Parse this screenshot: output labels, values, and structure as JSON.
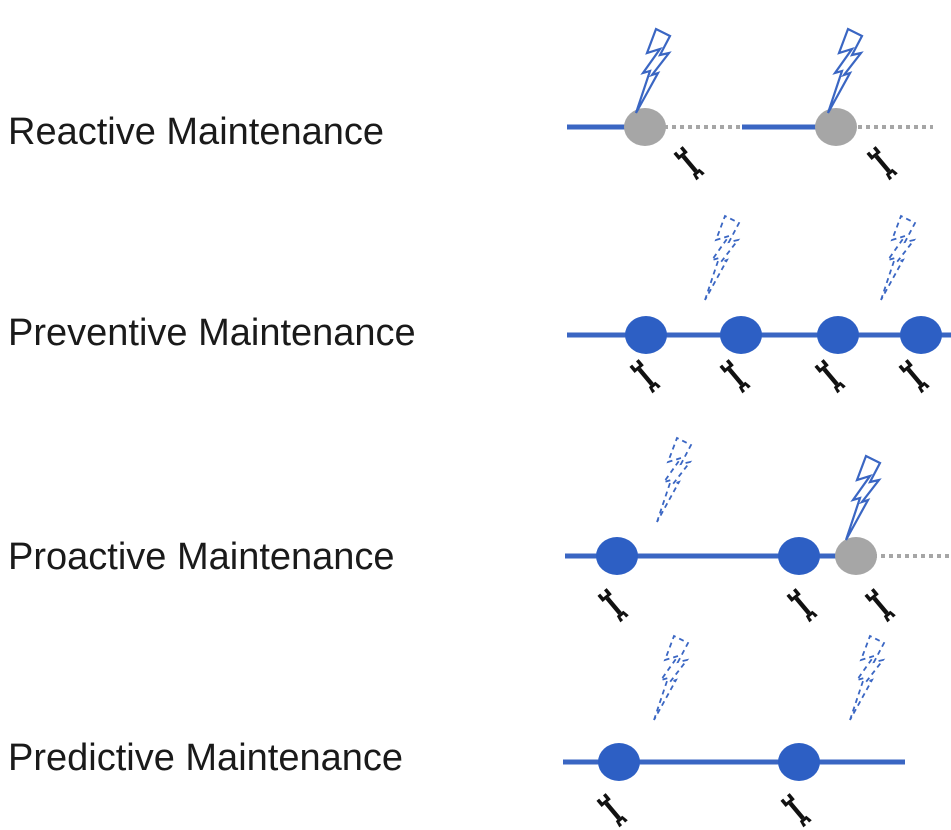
{
  "colors": {
    "line": "#3a66c3",
    "dot_active": "#2d5fc4",
    "dot_failed": "#a6a6a6",
    "wrench": "#111111",
    "dashed": "#a6a6a6"
  },
  "rows": [
    {
      "id": "reactive",
      "label": "Reactive Maintenance",
      "events": [
        {
          "type": "failure",
          "lightning": "solid",
          "wrench": true
        },
        {
          "type": "failure",
          "lightning": "solid",
          "wrench": true
        }
      ]
    },
    {
      "id": "preventive",
      "label": "Preventive Maintenance",
      "events": [
        {
          "type": "maintenance",
          "wrench": true
        },
        {
          "type": "maintenance",
          "wrench": true
        },
        {
          "type": "maintenance",
          "wrench": true
        },
        {
          "type": "maintenance",
          "wrench": true
        }
      ],
      "ghost_lightning_count": 2
    },
    {
      "id": "proactive",
      "label": "Proactive Maintenance",
      "events": [
        {
          "type": "maintenance",
          "wrench": true
        },
        {
          "type": "maintenance",
          "wrench": true
        },
        {
          "type": "failure",
          "lightning": "solid",
          "wrench": true
        }
      ],
      "ghost_lightning_count": 1
    },
    {
      "id": "predictive",
      "label": "Predictive Maintenance",
      "events": [
        {
          "type": "maintenance",
          "wrench": true
        },
        {
          "type": "maintenance",
          "wrench": true
        }
      ],
      "ghost_lightning_count": 2
    }
  ]
}
